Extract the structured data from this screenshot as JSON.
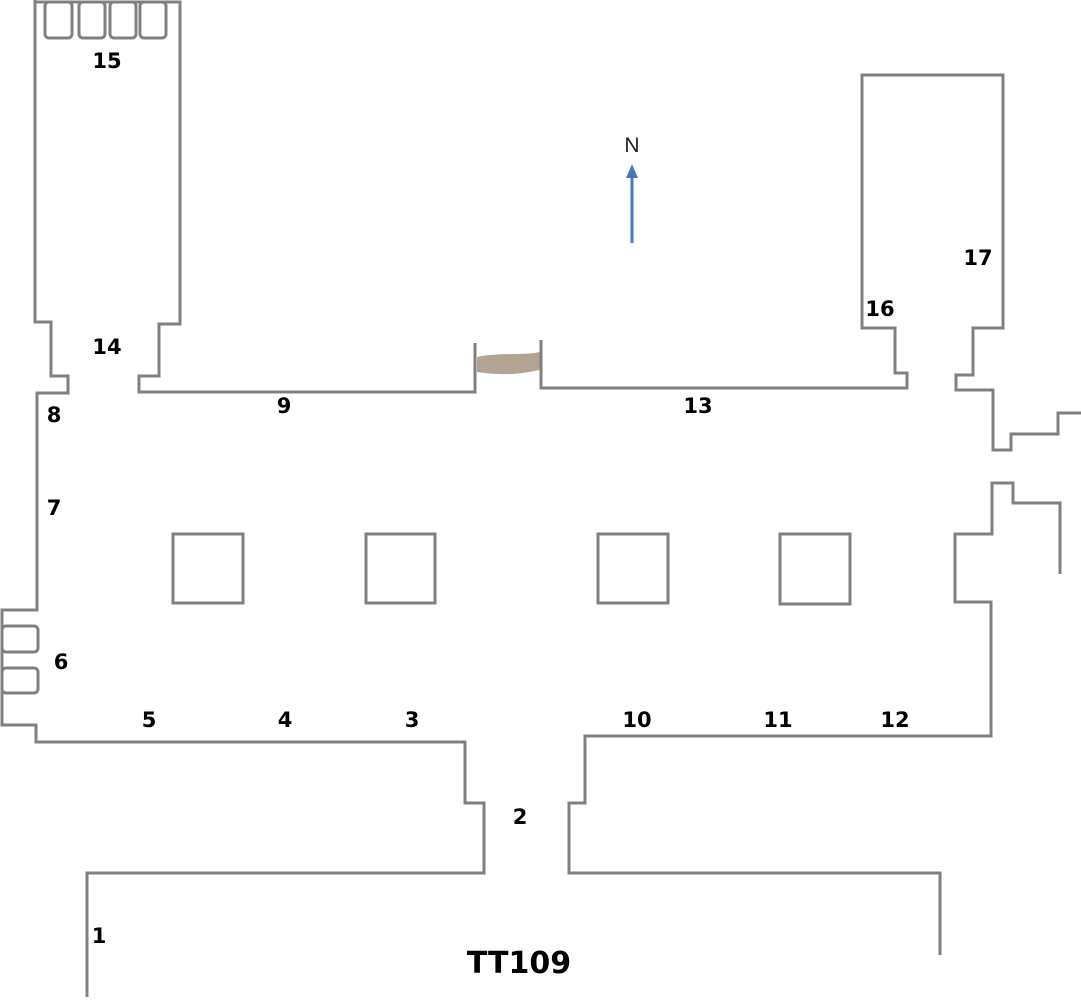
{
  "title": "TT109",
  "north_label": "N",
  "colors": {
    "wall": "#808080",
    "arrow": "#4a7ab5",
    "rubble": "#a89a8a"
  },
  "labels": [
    "1",
    "2",
    "3",
    "4",
    "5",
    "6",
    "7",
    "8",
    "9",
    "10",
    "11",
    "12",
    "13",
    "14",
    "15",
    "16",
    "17"
  ]
}
